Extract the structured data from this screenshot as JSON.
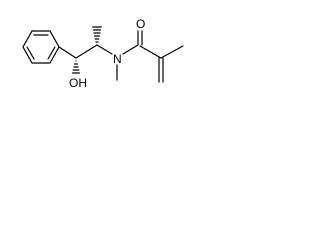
{
  "molecule": {
    "atoms": {
      "hydroxyl": "OH",
      "amide_nitrogen": "N",
      "carbonyl_oxygen": "O"
    },
    "colors": {
      "line": "#000000",
      "background": "#ffffff"
    }
  }
}
